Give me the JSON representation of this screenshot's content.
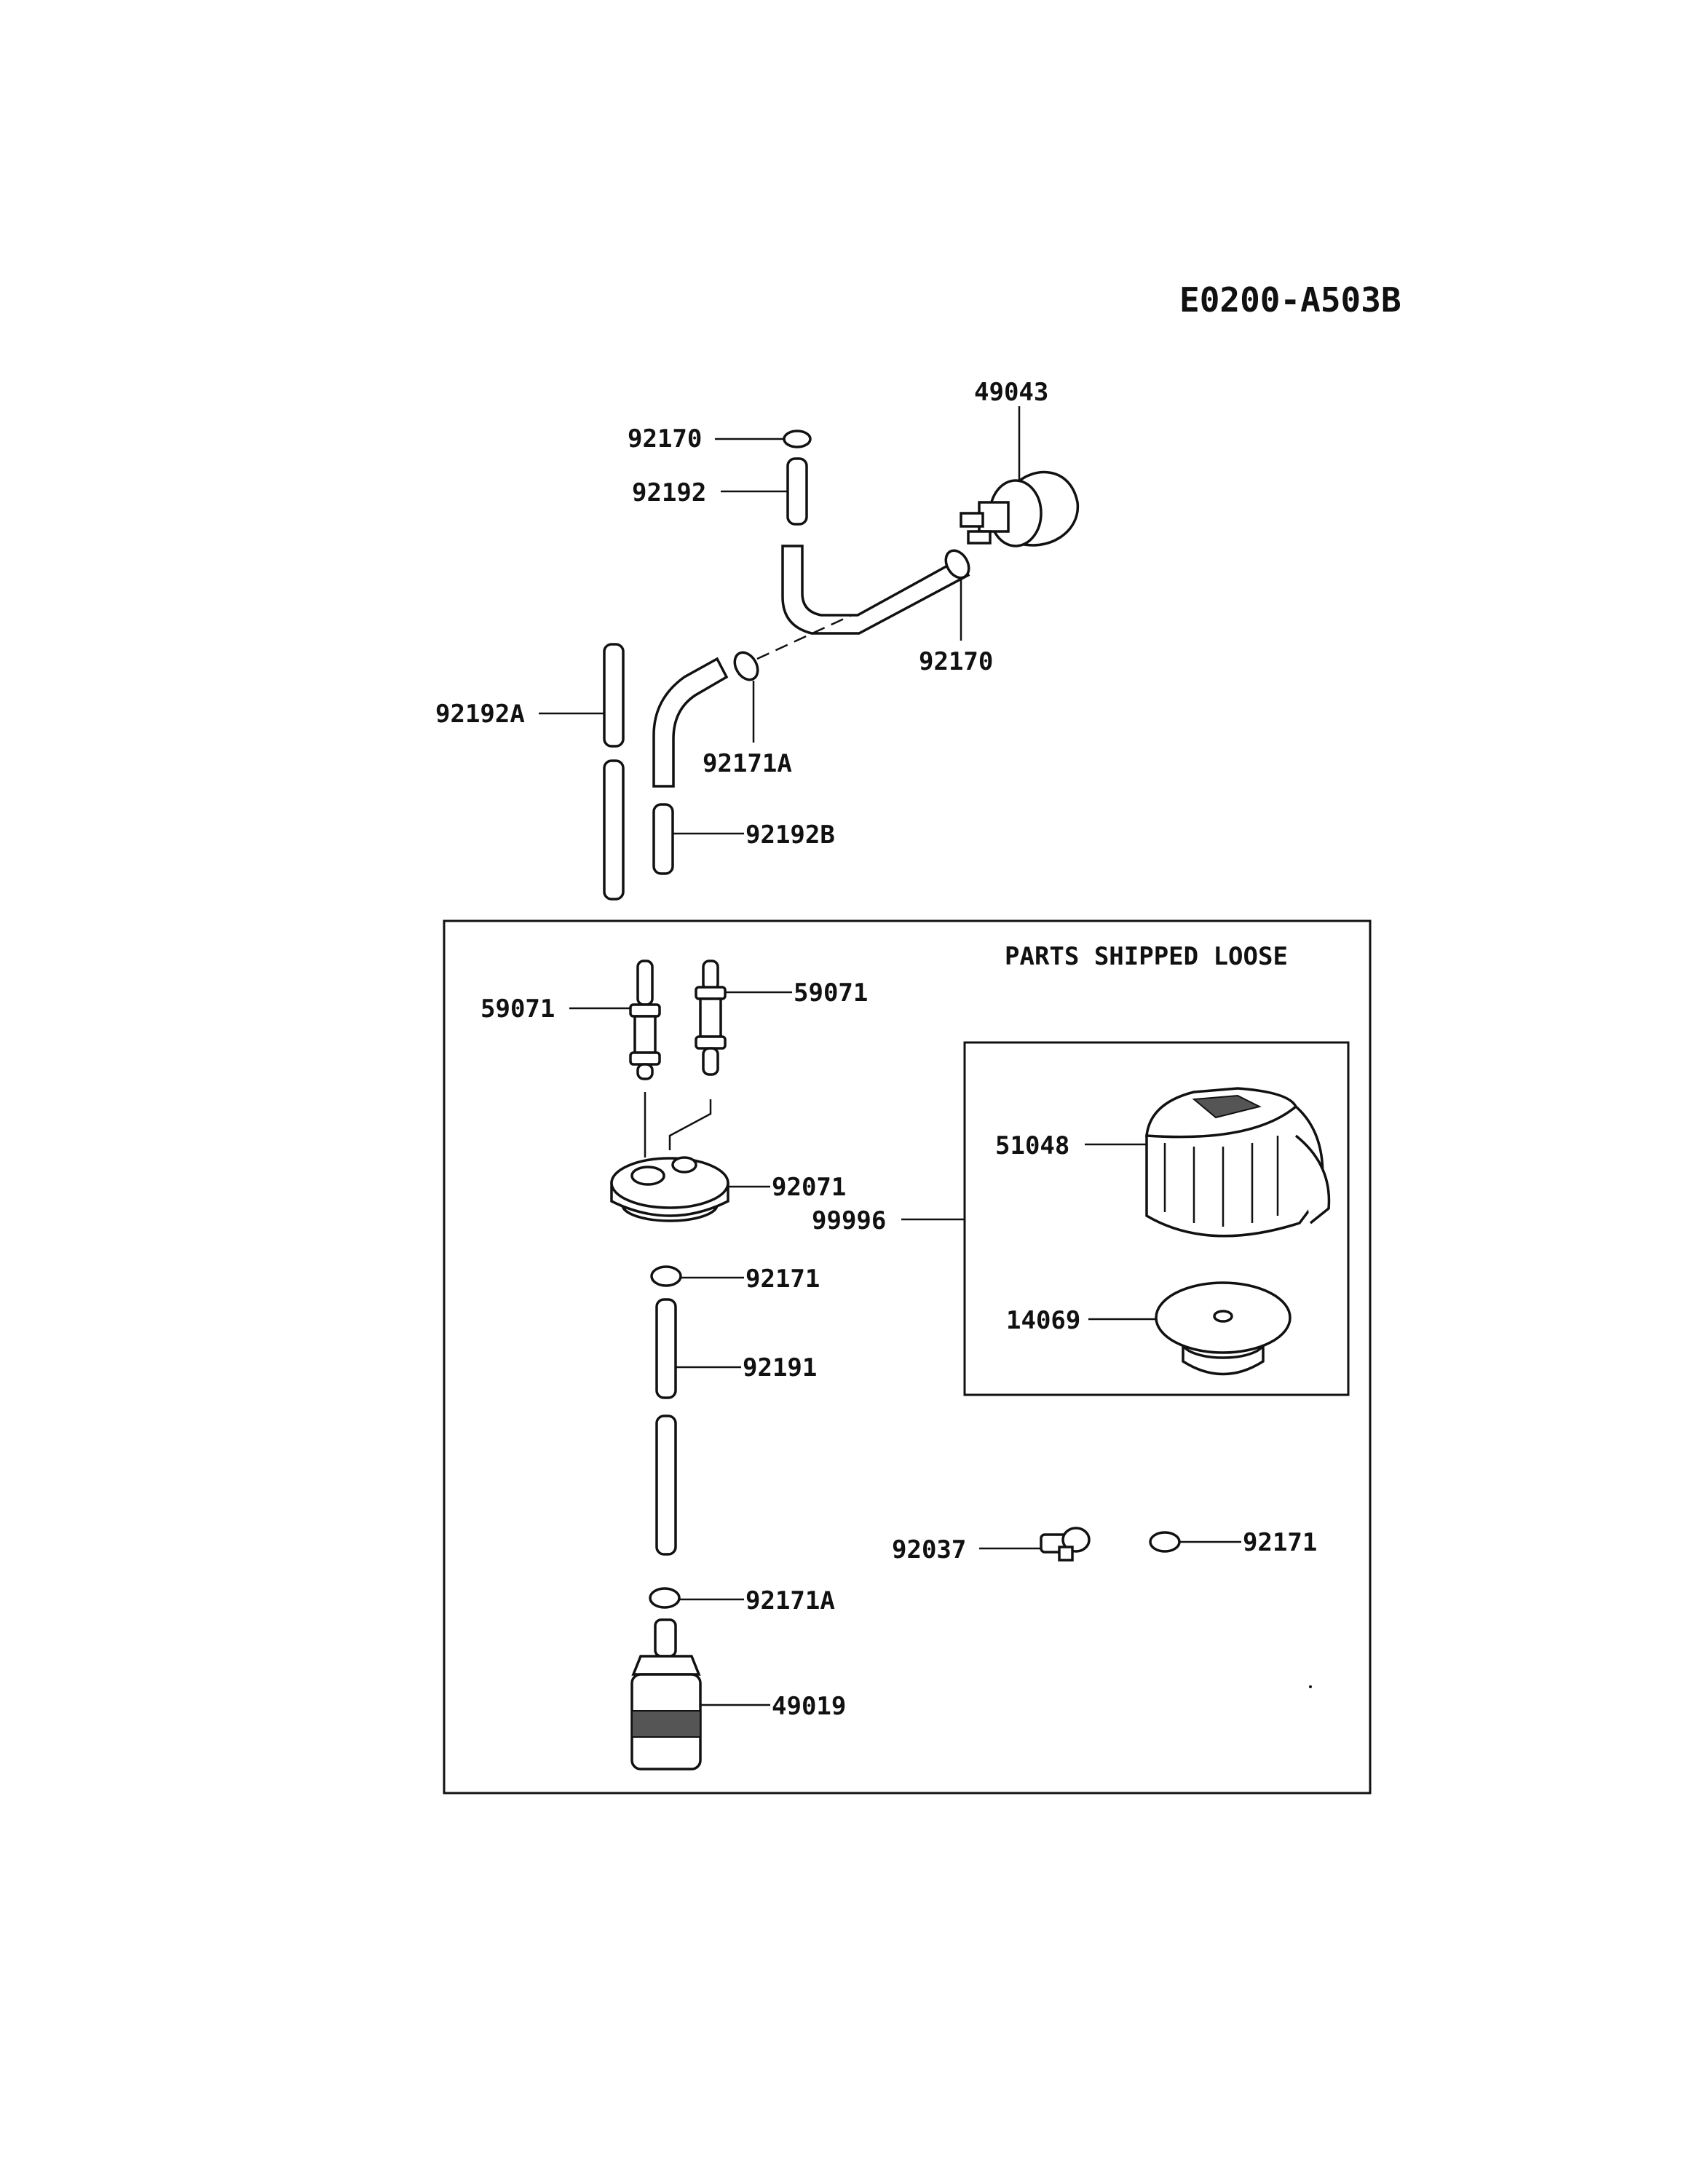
{
  "diagram_code": "E0200-A503B",
  "section_title": "PARTS SHIPPED LOOSE",
  "parts": {
    "p49043": "49043",
    "p92170_top": "92170",
    "p92192": "92192",
    "p92170_right": "92170",
    "p92192A": "92192A",
    "p92171A_upper": "92171A",
    "p92192B": "92192B",
    "p59071_left": "59071",
    "p59071_right": "59071",
    "p92071": "92071",
    "p92171_mid": "92171",
    "p92191": "92191",
    "p92171A_lower": "92171A",
    "p49019": "49019",
    "p51048": "51048",
    "p99996": "99996",
    "p14069": "14069",
    "p92037": "92037",
    "p92171_right": "92171"
  }
}
